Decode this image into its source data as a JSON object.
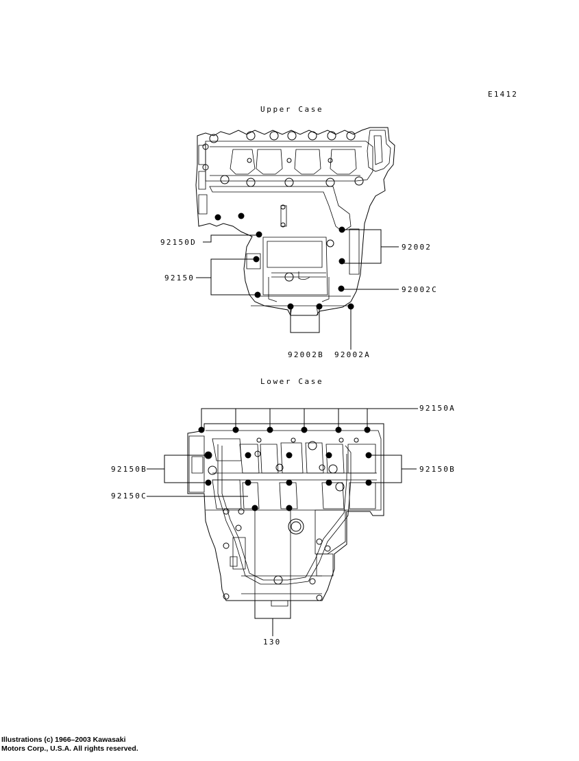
{
  "diagram_code": "E1412",
  "upper_case": {
    "title": "Upper Case",
    "callouts": {
      "c92150D": "92150D",
      "c92150": "92150",
      "c92002": "92002",
      "c92002C": "92002C",
      "c92002B": "92002B",
      "c92002A": "92002A"
    }
  },
  "lower_case": {
    "title": "Lower Case",
    "callouts": {
      "c92150A": "92150A",
      "c92150B_left": "92150B",
      "c92150B_right": "92150B",
      "c92150C": "92150C",
      "c130": "130"
    }
  },
  "copyright": {
    "line1": "Illustrations (c) 1966–2003 Kawasaki",
    "line2": "Motors Corp., U.S.A.  All rights reserved."
  }
}
